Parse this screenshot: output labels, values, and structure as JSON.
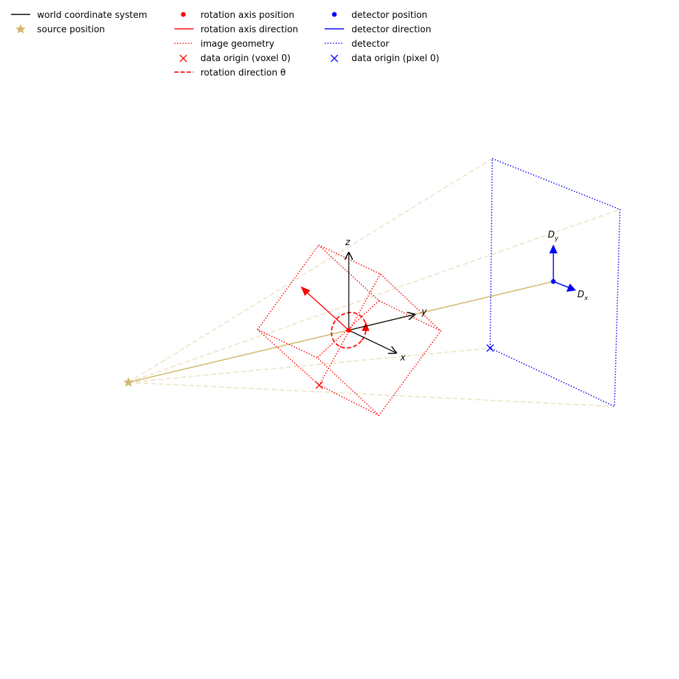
{
  "legend": {
    "columns": [
      [
        {
          "label": "world coordinate system",
          "marker": "line",
          "color": "#000000"
        },
        {
          "label": "source position",
          "marker": "star",
          "color": "#d2b96e"
        }
      ],
      [
        {
          "label": "rotation axis position",
          "marker": "dot",
          "color": "#ff0000"
        },
        {
          "label": "rotation axis direction",
          "marker": "line",
          "color": "#ff0000"
        },
        {
          "label": "image geometry",
          "marker": "dotted",
          "color": "#ff0000"
        },
        {
          "label": "data origin (voxel 0)",
          "marker": "cross",
          "color": "#ff0000"
        },
        {
          "label": "rotation direction θ",
          "marker": "dashed",
          "color": "#ff0000"
        }
      ],
      [
        {
          "label": "detector position",
          "marker": "dot",
          "color": "#0000ff"
        },
        {
          "label": "detector direction",
          "marker": "line",
          "color": "#0000ff"
        },
        {
          "label": "detector",
          "marker": "dotted",
          "color": "#0000ff"
        },
        {
          "label": "data origin (pixel 0)",
          "marker": "cross",
          "color": "#0000ff"
        }
      ]
    ]
  },
  "axes": {
    "x": "x",
    "y": "y",
    "z": "z",
    "detector_x_main": "D",
    "detector_x_sub": "x",
    "detector_y_main": "D",
    "detector_y_sub": "y"
  },
  "colors": {
    "world": "#000000",
    "source": "#d2b96e",
    "source_rays": "#ede2c3",
    "image": "#ff0000",
    "detector": "#0000ff"
  }
}
